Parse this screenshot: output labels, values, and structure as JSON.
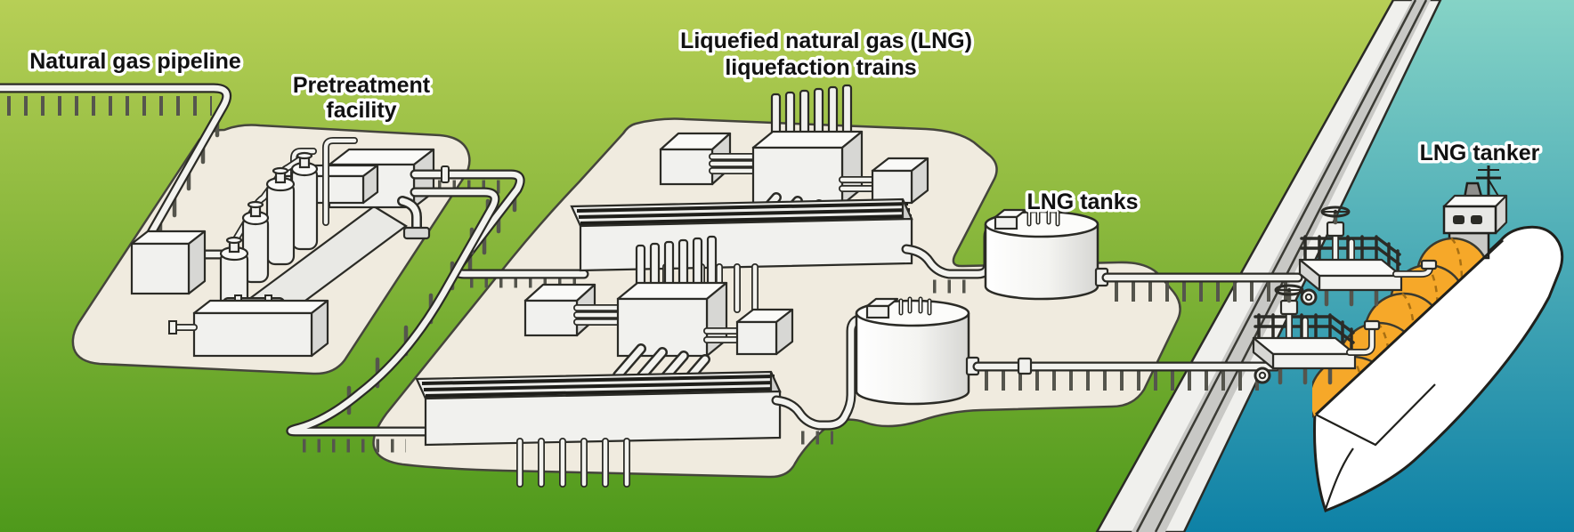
{
  "scene": {
    "type": "isometric-illustration",
    "facilities": [
      {
        "id": "natural-gas-pipeline",
        "label": "Natural gas pipeline"
      },
      {
        "id": "pretreatment-facility",
        "label_line1": "Pretreatment",
        "label_line2": "facility"
      },
      {
        "id": "liquefaction-trains",
        "label_line1": "Liquefied natural gas (LNG)",
        "label_line2": "liquefaction trains",
        "count": 2
      },
      {
        "id": "lng-tanks",
        "label": "LNG tanks",
        "count": 2
      },
      {
        "id": "lng-tanker",
        "label": "LNG tanker",
        "cargo_domes": 5
      }
    ],
    "colors": {
      "land_top": "#b7cf56",
      "land_bottom": "#4e991b",
      "water_top": "#85d3c6",
      "water_bottom": "#0e81a6",
      "pad": "#f0ebdf",
      "road": "#f0f0ed",
      "road_band": "#c8c8c5",
      "equipment": "#f1f1ee",
      "pipe": "#f3f3ef",
      "tank_orange": "#f6a829",
      "outline": "#2b2b26"
    }
  }
}
